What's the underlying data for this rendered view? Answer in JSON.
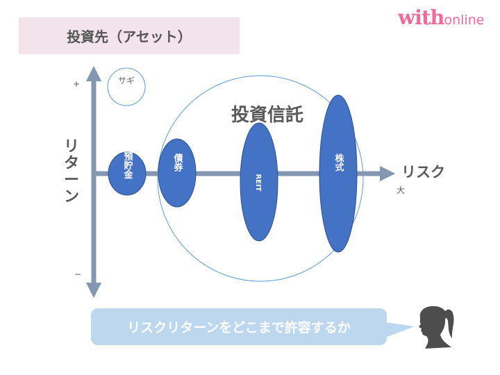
{
  "title": "投資先（アセット）",
  "logo": {
    "main": "with",
    "sub": "online"
  },
  "axes": {
    "y_label": "リターン",
    "x_label": "リスク",
    "plus": "+",
    "minus": "−",
    "large": "大"
  },
  "assets": {
    "fraud": "サギ",
    "savings": "預貯金",
    "bonds": "債券",
    "reit": "REIT",
    "stocks": "株式",
    "funds": "投資信託"
  },
  "bubble": "リスクリターンをどこまで許容するか",
  "colors": {
    "accent": "#4472c4",
    "axis": "#8497b0",
    "bubble": "#bdd7ee",
    "logo": "#f06b9b"
  }
}
